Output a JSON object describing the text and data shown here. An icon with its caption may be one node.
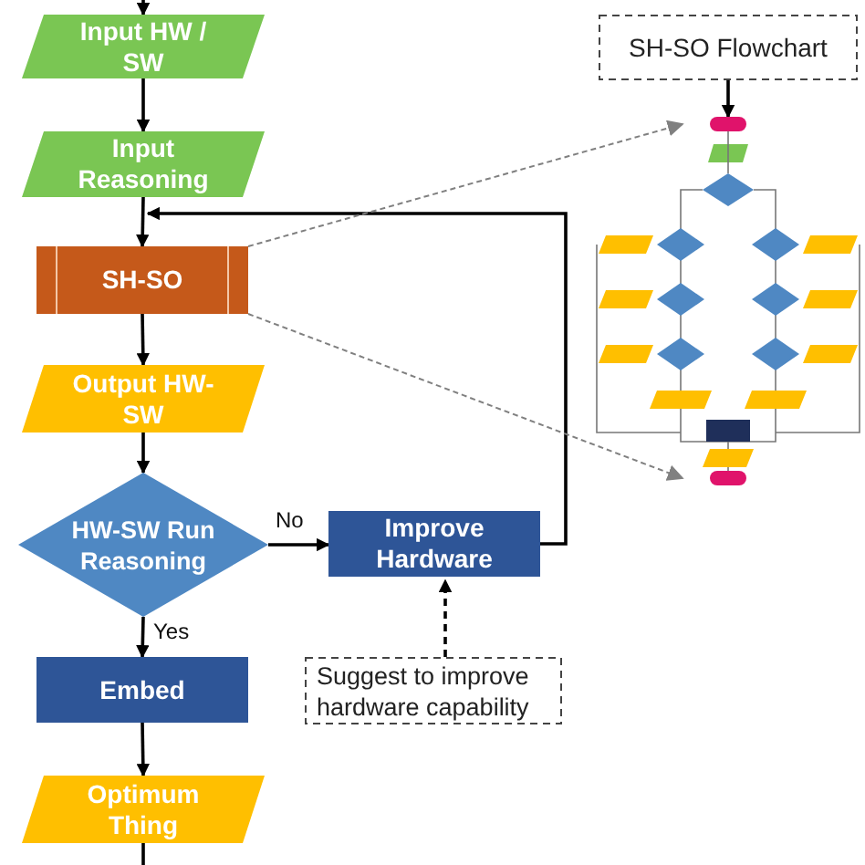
{
  "diagram": {
    "nodes": [
      {
        "text": [
          "Input HW / SW"
        ]
      },
      {
        "text": [
          "Input Reasoning"
        ]
      },
      {
        "text": [
          "SH-SO"
        ]
      },
      {
        "text": [
          "Output HW-SW"
        ]
      },
      {
        "text": [
          "HW-SW Run Reasoning"
        ]
      },
      {
        "text": [
          "Improve Hardware"
        ]
      },
      {
        "text": [
          "Embed"
        ]
      },
      {
        "text": [
          "Optimum Thing"
        ]
      },
      {
        "text": [
          "Suggest to improve hardware capability"
        ]
      },
      {
        "text": [
          "SH-SO Flowchart"
        ]
      },
      {
        "text": [],
        "shape": "picture"
      }
    ],
    "edges": [
      {
        "from": null,
        "to": 0,
        "arrow": "to"
      },
      {
        "from": 0,
        "to": 1,
        "arrow": "to"
      },
      {
        "from": 1,
        "to": 2,
        "arrow": "to"
      },
      {
        "from": 2,
        "to": 3,
        "arrow": "to"
      },
      {
        "from": 3,
        "to": 4,
        "arrow": "to"
      },
      {
        "from": 4,
        "to": 5,
        "arrow": "to",
        "label": "No"
      },
      {
        "from": 4,
        "to": 6,
        "arrow": "to",
        "label": "Yes"
      },
      {
        "from": 6,
        "to": 7,
        "arrow": "to"
      },
      {
        "from": 7,
        "to": null,
        "arrow": "none"
      },
      {
        "from": 5,
        "to": 2,
        "arrow": "to"
      },
      {
        "from": 8,
        "to": 5,
        "arrow": "to",
        "style": "dashed"
      },
      {
        "from": 9,
        "to": 10,
        "arrow": "to"
      },
      {
        "from": 2,
        "to": 10,
        "arrow": "to",
        "style": "dashed",
        "color": "#808080"
      },
      {
        "from": 2,
        "to": 10,
        "arrow": "to",
        "style": "dashed",
        "color": "#808080"
      }
    ]
  }
}
